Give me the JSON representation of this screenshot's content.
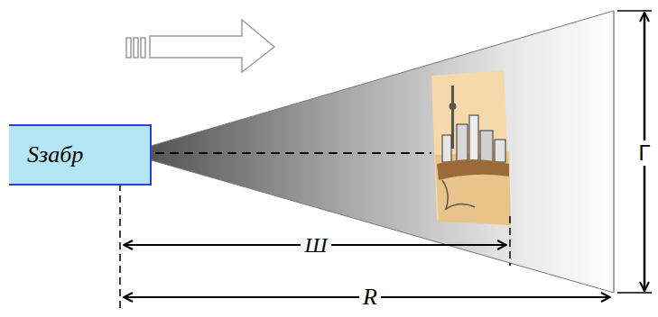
{
  "diagram": {
    "nodes": [
      {
        "text": [
          "Sзабр"
        ]
      }
    ],
    "labels": [
      "Ш",
      "R",
      "Г"
    ]
  }
}
